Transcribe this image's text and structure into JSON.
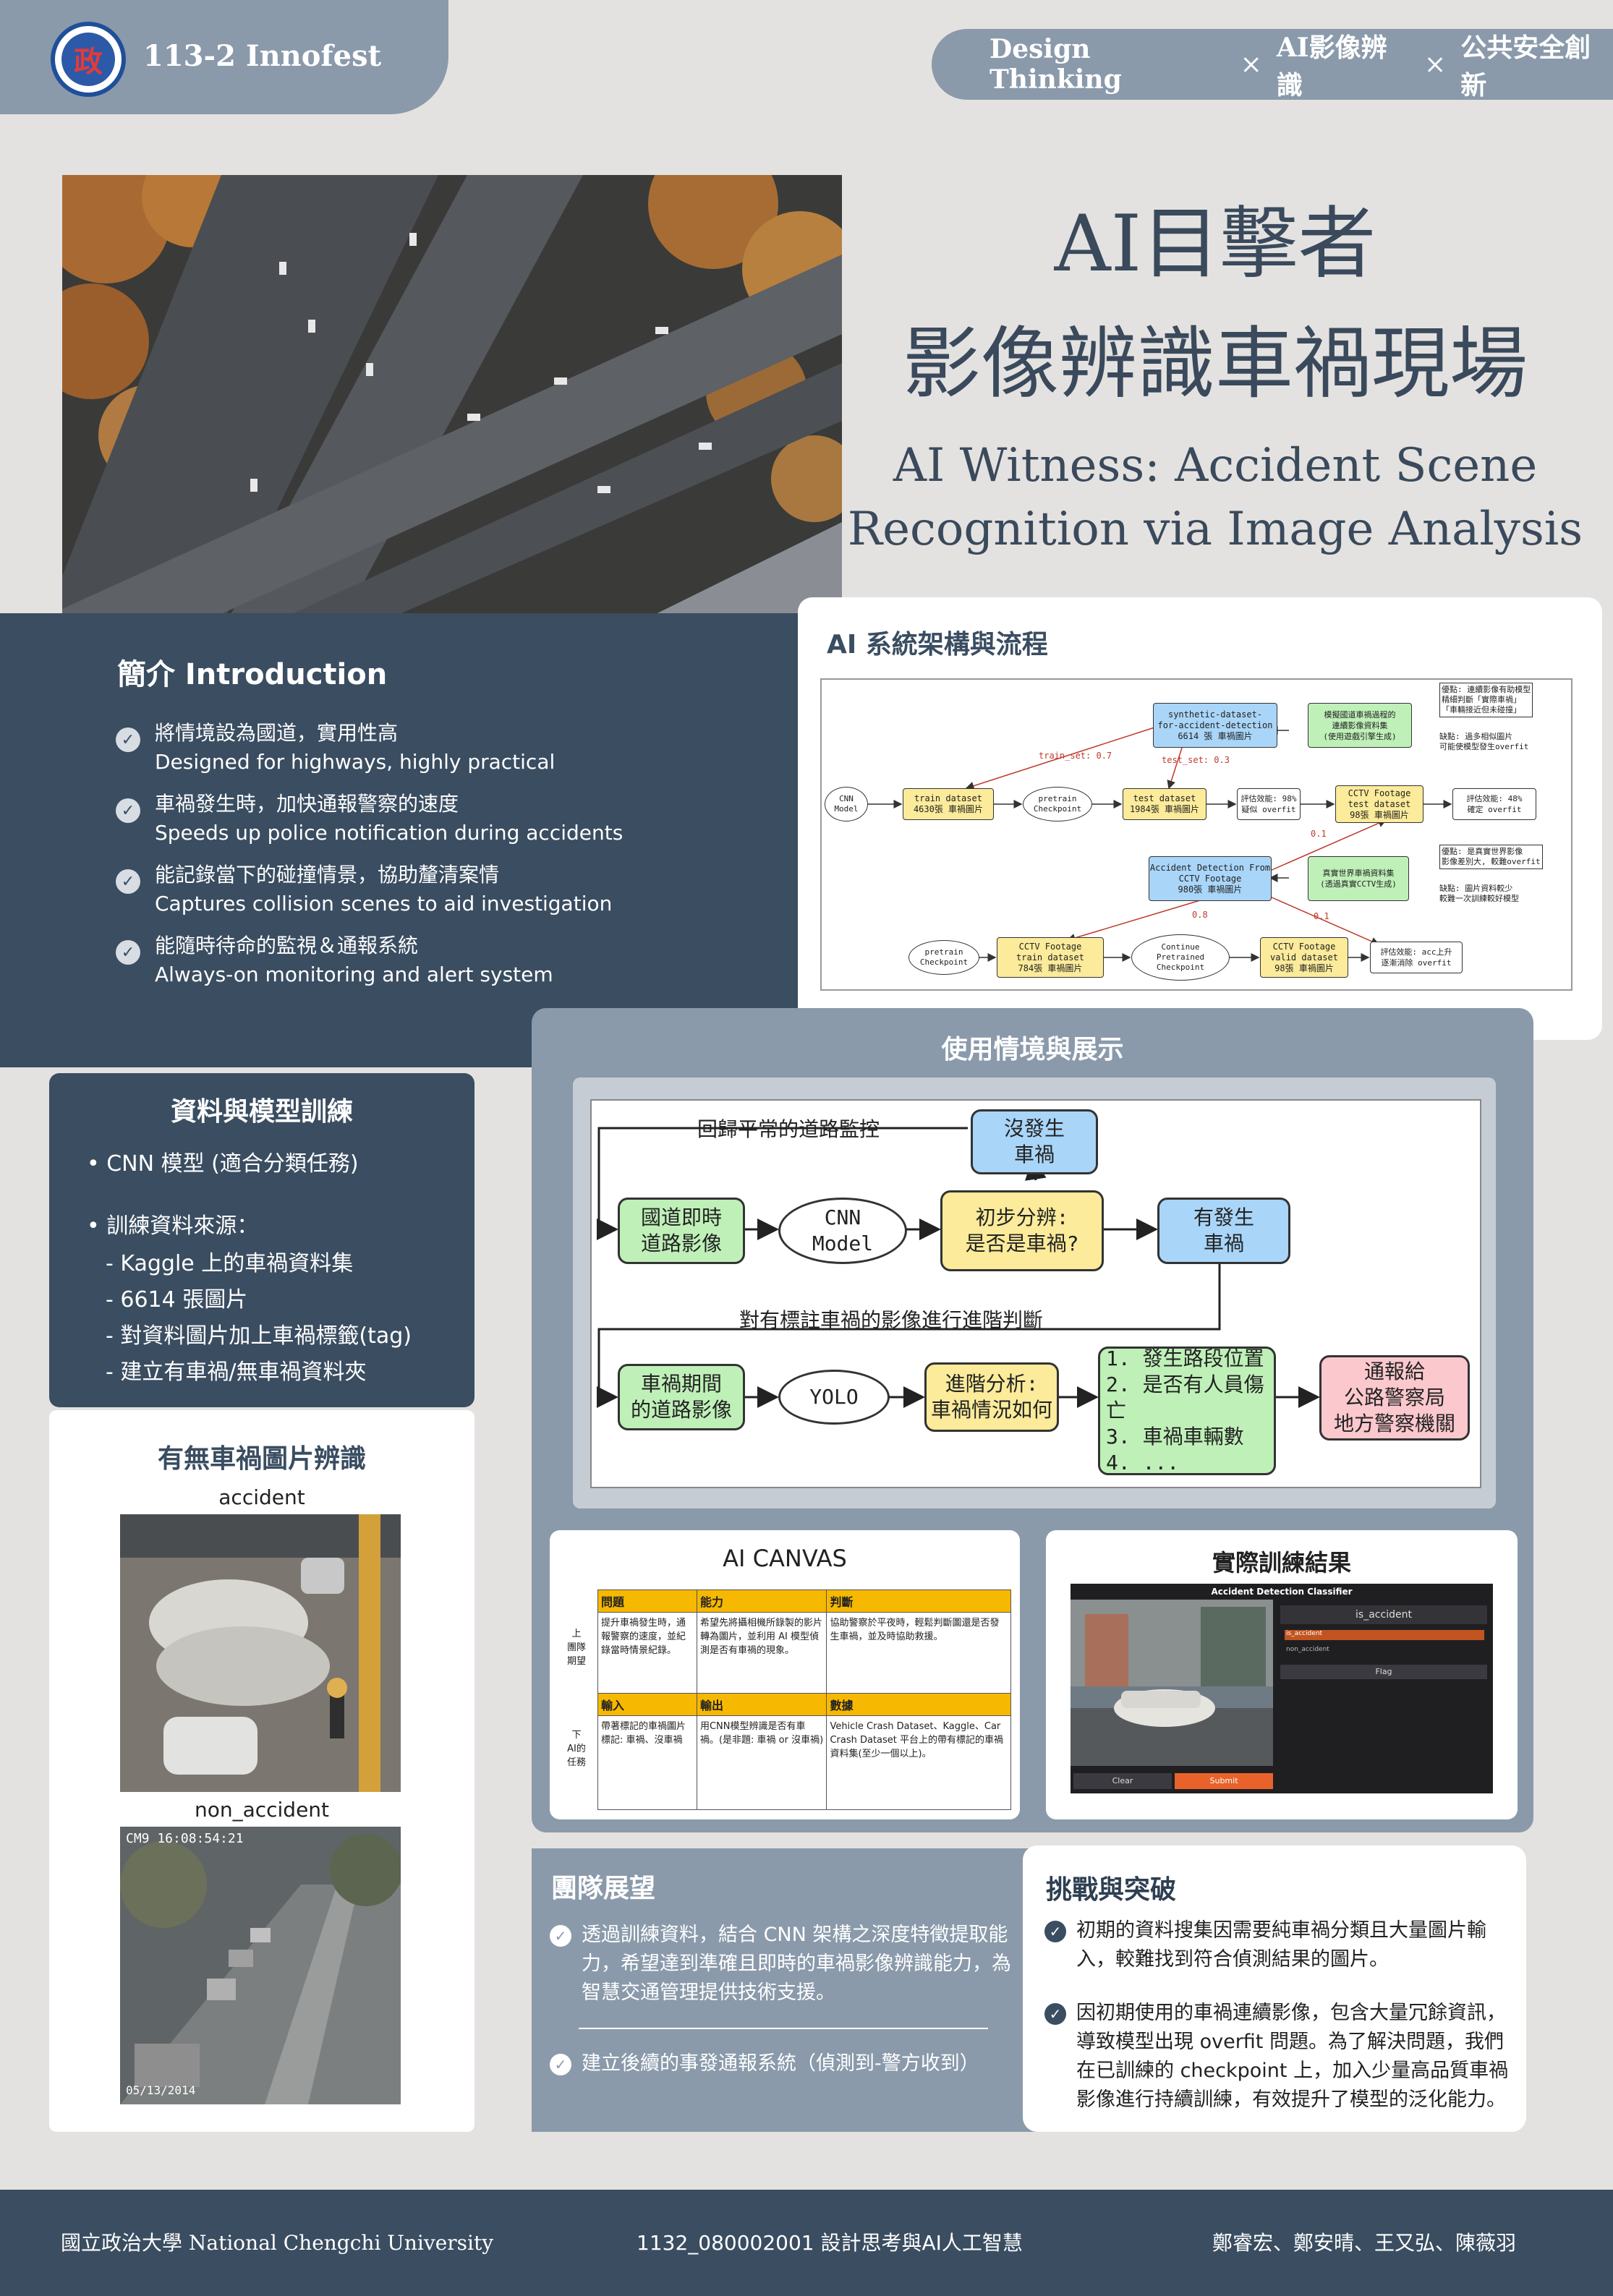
{
  "header": {
    "brand": "113-2 Innofest",
    "tags": [
      "Design Thinking",
      "AI影像辨識",
      "公共安全創新"
    ],
    "tag_sep": "×"
  },
  "title": {
    "line1": "AI目擊者",
    "line2": "影像辨識車禍現場",
    "en_line1": "AI Witness: Accident Scene",
    "en_line2": "Recognition via Image Analysis"
  },
  "intro": {
    "title": "簡介 Introduction",
    "items": [
      {
        "zh": "將情境設為國道，實用性高",
        "en": "Designed for highways, highly practical"
      },
      {
        "zh": "車禍發生時，加快通報警察的速度",
        "en": "Speeds up police notification during accidents"
      },
      {
        "zh": "能記錄當下的碰撞情景，協助釐清案情",
        "en": "Captures collision scenes to aid investigation"
      },
      {
        "zh": "能隨時待命的監視＆通報系統",
        "en": "Always-on monitoring and alert system"
      }
    ]
  },
  "flow": {
    "title": "AI 系統架構與流程",
    "nodes": {
      "synthetic": "synthetic-dataset-\nfor-accident-detection\n6614 張 車禍圖片",
      "simulate": "模擬國道車禍過程的\n連續影像資料集\n(使用遊戲引擎生成)",
      "pros1": "優點: 連續影像有助模型\n精細判斷「實際車禍」\n「車輛接近但未碰撞」",
      "cons1": "缺點: 過多相似圖片\n可能使模型發生overfit",
      "cnn": "CNN\nModel",
      "train": "train dataset\n4630張 車禍圖片",
      "pretrain": "pretrain\nCheckpoint",
      "test": "test dataset\n1984張 車禍圖片",
      "eval1": "評估效能: 98%\n疑似 overfit",
      "cctv_test": "CCTV Footage\ntest dataset\n98張 車禍圖片",
      "eval2": "評估效能: 48%\n確定 overfit",
      "adf": "Accident Detection From\nCCTV Footage\n980張 車禍圖片",
      "real": "真實世界車禍資料集\n(透過真實CCTV生成)",
      "pros2": "優點: 是真實世界影像\n影像差別大, 較難overfit",
      "cons2": "缺點: 圖片資料較少\n較難一次訓練較好模型",
      "pretrain2": "pretrain\nCheckpoint",
      "cctv_train": "CCTV Footage\ntrain dataset\n784張 車禍圖片",
      "continue": "Continue\nPretrained\nCheckpoint",
      "cctv_valid": "CCTV Footage\nvalid dataset\n98張 車禍圖片",
      "eval3": "評估效能: acc上升\n逐漸消除 overfit"
    },
    "labels": {
      "train_set": "train_set: 0.7",
      "test_set": "test_set: 0.3",
      "p01a": "0.1",
      "p08": "0.8",
      "p01b": "0.1"
    }
  },
  "data_model": {
    "title": "資料與模型訓練",
    "bullets": [
      "CNN 模型 (適合分類任務)",
      "訓練資料來源："
    ],
    "subs": [
      "- Kaggle 上的車禍資料集",
      "- 6614 張圖片",
      "- 對資料圖片加上車禍標籤(tag)",
      "- 建立有車禍/無車禍資料夾"
    ]
  },
  "id_card": {
    "title": "有無車禍圖片辨識",
    "label_accident": "accident",
    "label_non": "non_accident",
    "cctv_stamp": "CM9 16:08:54:21",
    "cctv_date": "05/13/2014"
  },
  "usage": {
    "title": "使用情境與展示",
    "diagram": {
      "return_label": "回歸平常的道路監控",
      "no_accident": "沒發生\n車禍",
      "highway": "國道即時\n道路影像",
      "cnn": "CNN\nModel",
      "prelim": "初步分辨:\n是否是車禍?",
      "has_accident": "有發生\n車禍",
      "advanced_label": "對有標註車禍的影像進行進階判斷",
      "during": "車禍期間\n的道路影像",
      "yolo": "YOLO",
      "adv": "進階分析:\n車禍情況如何",
      "details": "1. 發生路段位置\n2. 是否有人員傷亡\n3. 車禍車輛數\n4. ...",
      "notify": "通報給\n公路警察局\n地方警察機關"
    }
  },
  "canvas": {
    "title": "AI CANVAS",
    "side_top": "上\n團隊\n期望",
    "side_bottom": "下\nAI的\n任務",
    "h1": [
      "問題",
      "能力",
      "判斷"
    ],
    "r1": [
      "提升車禍發生時，通報警察的速度，並紀錄當時情景紀錄。",
      "希望先將攝相機所錄製的影片轉為圖片，並利用 AI 模型偵測是否有車禍的現象。",
      "協助警察於平夜時，輕鬆判斷圖還是否發生車禍，並及時協助救援。"
    ],
    "h2": [
      "輸入",
      "輸出",
      "數據"
    ],
    "r2": [
      "帶著標記的車禍圖片\n標記: 車禍、沒車禍",
      "用CNN模型辨識是否有車禍。(是非題: 車禍 or 沒車禍)",
      "Vehicle Crash Dataset、Kaggle、Car Crash Dataset 平台上的帶有標記的車禍資料集(至少一個以上)。"
    ]
  },
  "result": {
    "title": "實際訓練結果",
    "app_title": "Accident Detection Classifier",
    "output_label": "is_accident",
    "row1": "is_accident",
    "row2": "non_accident",
    "flag": "Flag",
    "clear": "Clear",
    "submit": "Submit"
  },
  "team": {
    "title": "團隊展望",
    "items": [
      "透過訓練資料，結合 CNN 架構之深度特徵提取能力，希望達到準確且即時的車禍影像辨識能力，為智慧交通管理提供技術支援。",
      "建立後續的事發通報系統（偵測到-警方收到）"
    ]
  },
  "challenge": {
    "title": "挑戰與突破",
    "items": [
      "初期的資料搜集因需要純車禍分類且大量圖片輸入，較難找到符合偵測結果的圖片。",
      "因初期使用的車禍連續影像，包含大量冗餘資訊，導致模型出現 overfit 問題。為了解決問題，我們在已訓練的 checkpoint 上，加入少量高品質車禍影像進行持續訓練，有效提升了模型的泛化能力。"
    ]
  },
  "footer": {
    "left": "國立政治大學 National Chengchi University",
    "center": "1132_080002001 設計思考與AI人工智慧",
    "right": "鄭睿宏、鄭安晴、王又弘、陳薇羽"
  }
}
